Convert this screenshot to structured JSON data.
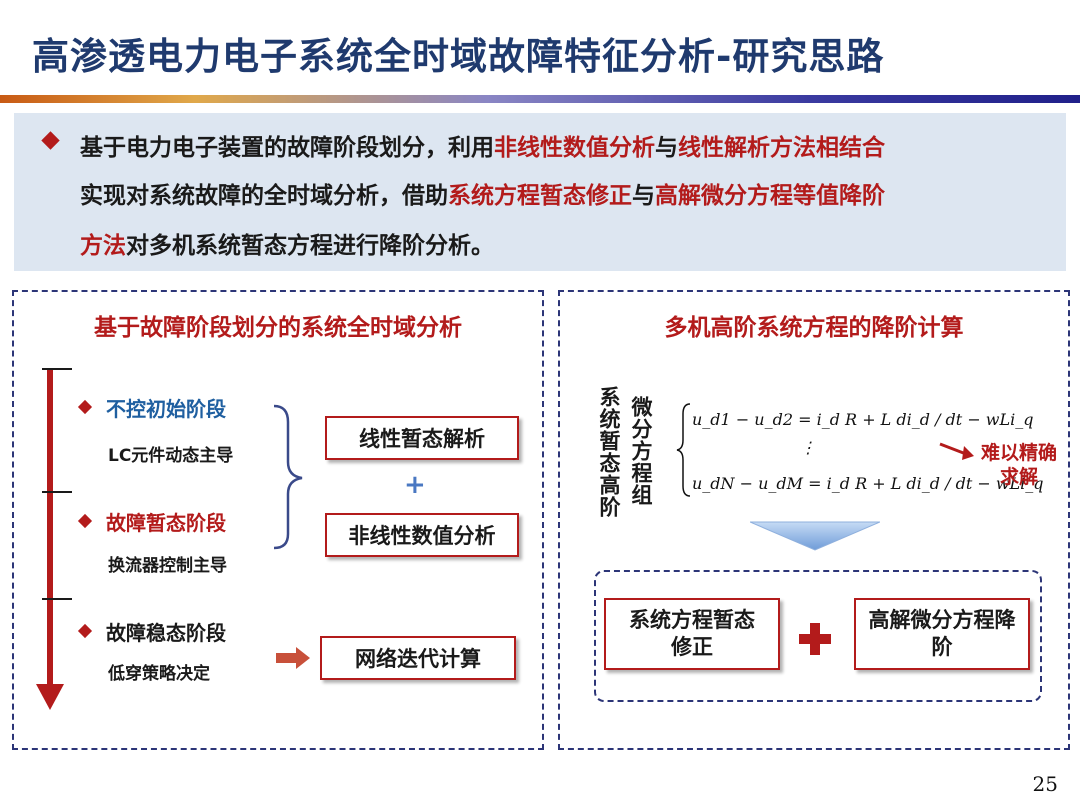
{
  "title": "高渗透电力电子系统全时域故障特征分析-研究思路",
  "summary": {
    "line1": [
      {
        "text": "基于电力电子装置的故障阶段划分，利用",
        "hl": false
      },
      {
        "text": "非线性数值分析",
        "hl": true
      },
      {
        "text": "与",
        "hl": false
      },
      {
        "text": "线性解析方法相结合",
        "hl": true
      }
    ],
    "line2": [
      {
        "text": "实现对系统故障的全时域分析，借助",
        "hl": false
      },
      {
        "text": "系统方程暂态修正",
        "hl": true
      },
      {
        "text": "与",
        "hl": false
      },
      {
        "text": "高解微分方程等值降阶",
        "hl": true
      }
    ],
    "line3": [
      {
        "text": "方法",
        "hl": true
      },
      {
        "text": "对多机系统暂态方程进行降阶分析。",
        "hl": false
      }
    ]
  },
  "left_panel": {
    "title": "基于故障阶段划分的系统全时域分析",
    "stages": [
      {
        "name": "不控初始阶段",
        "sub": "LC元件动态主导",
        "color": "#1f5fa0"
      },
      {
        "name": "故障暂态阶段",
        "sub": "换流器控制主导",
        "color": "#b31b1b"
      },
      {
        "name": "故障稳态阶段",
        "sub": "低穿策略决定",
        "color": "#1a1a1a"
      }
    ],
    "box_linear": "线性暂态解析",
    "box_nonlinear": "非线性数值分析",
    "box_network": "网络迭代计算",
    "plus": "+"
  },
  "right_panel": {
    "title": "多机高阶系统方程的降阶计算",
    "vertical_label_1": "系统暂态高阶",
    "vertical_label_2": "微分方程组",
    "equation_1": "u_d1 − u_d2 = i_d R + L di_d / dt − wLi_q",
    "equation_dots": "⋮",
    "equation_2": "u_dN − u_dM = i_d R + L di_d / dt − wLi_q",
    "note": "难以精确求解",
    "box_correction": "系统方程暂态修正",
    "box_reduction": "高解微分方程降阶",
    "plus": "+"
  },
  "page_number": "25",
  "colors": {
    "accent_red": "#b31b1b",
    "navy": "#1f3a6e",
    "summary_bg": "#dde6f1",
    "arrow_blue": "#9bbde8"
  }
}
